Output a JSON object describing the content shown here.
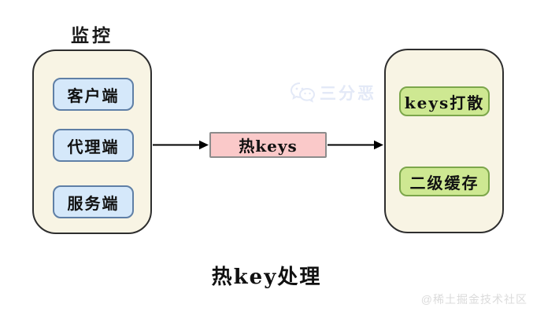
{
  "caption": "热key处理",
  "monitor_group": {
    "label": "监控",
    "nodes": [
      "客户端",
      "代理端",
      "服务端"
    ]
  },
  "hotkeys_node": {
    "label": "热keys"
  },
  "handling_group": {
    "nodes": [
      "keys打散",
      "二级缓存"
    ]
  },
  "watermarks": {
    "center": "三分恶",
    "corner": "@稀土掘金技术社区"
  },
  "colors": {
    "container_fill": "#F8F4E4",
    "container_border": "#2E2E2E",
    "client_node_fill": "#D5E8FA",
    "client_node_border": "#5F7FA6",
    "hotkeys_fill": "#FAC9C9",
    "hotkeys_border": "#8C8C8C",
    "handler_node_fill": "#CEE892",
    "handler_node_border": "#7CA64B",
    "arrow": "#000000",
    "watermark_center": "#E3E9F7",
    "watermark_corner": "#DBDBDB"
  }
}
